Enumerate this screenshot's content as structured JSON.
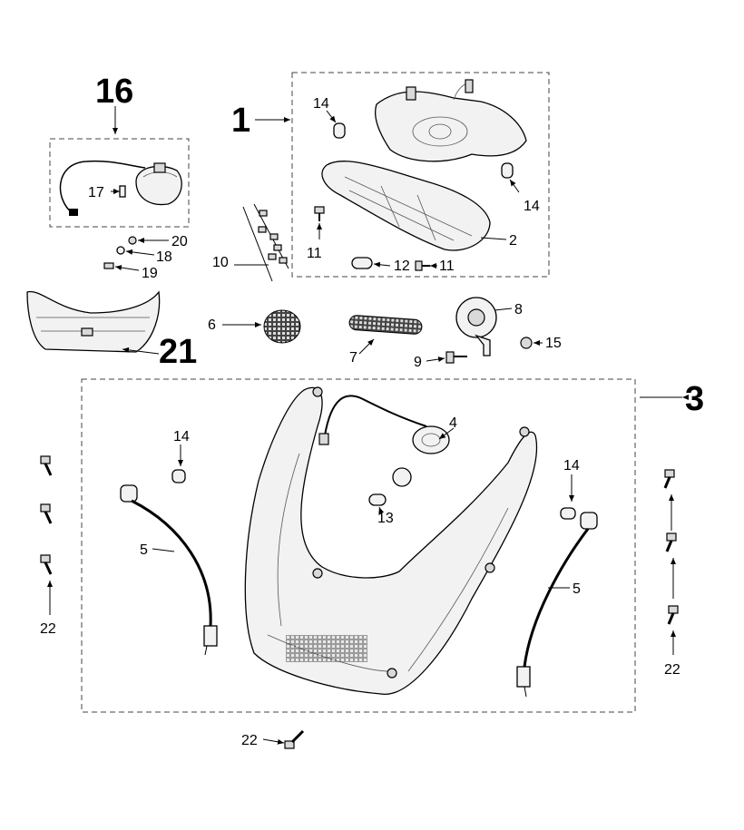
{
  "diagram": {
    "title": "Headlight and indicator assembly exploded parts view",
    "callouts": {
      "c16": "16",
      "c17": "17",
      "c18": "18",
      "c19": "19",
      "c20": "20",
      "c10": "10",
      "c1": "1",
      "c14a": "14",
      "c14b": "14",
      "c2": "2",
      "c11a": "11",
      "c11b": "11",
      "c12": "12",
      "c21": "21",
      "c6": "6",
      "c7": "7",
      "c8": "8",
      "c9": "9",
      "c15": "15",
      "c3": "3",
      "c4": "4",
      "c14c": "14",
      "c14d": "14",
      "c5a": "5",
      "c5b": "5",
      "c13": "13",
      "c22a": "22",
      "c22b": "22",
      "c22c": "22"
    }
  }
}
